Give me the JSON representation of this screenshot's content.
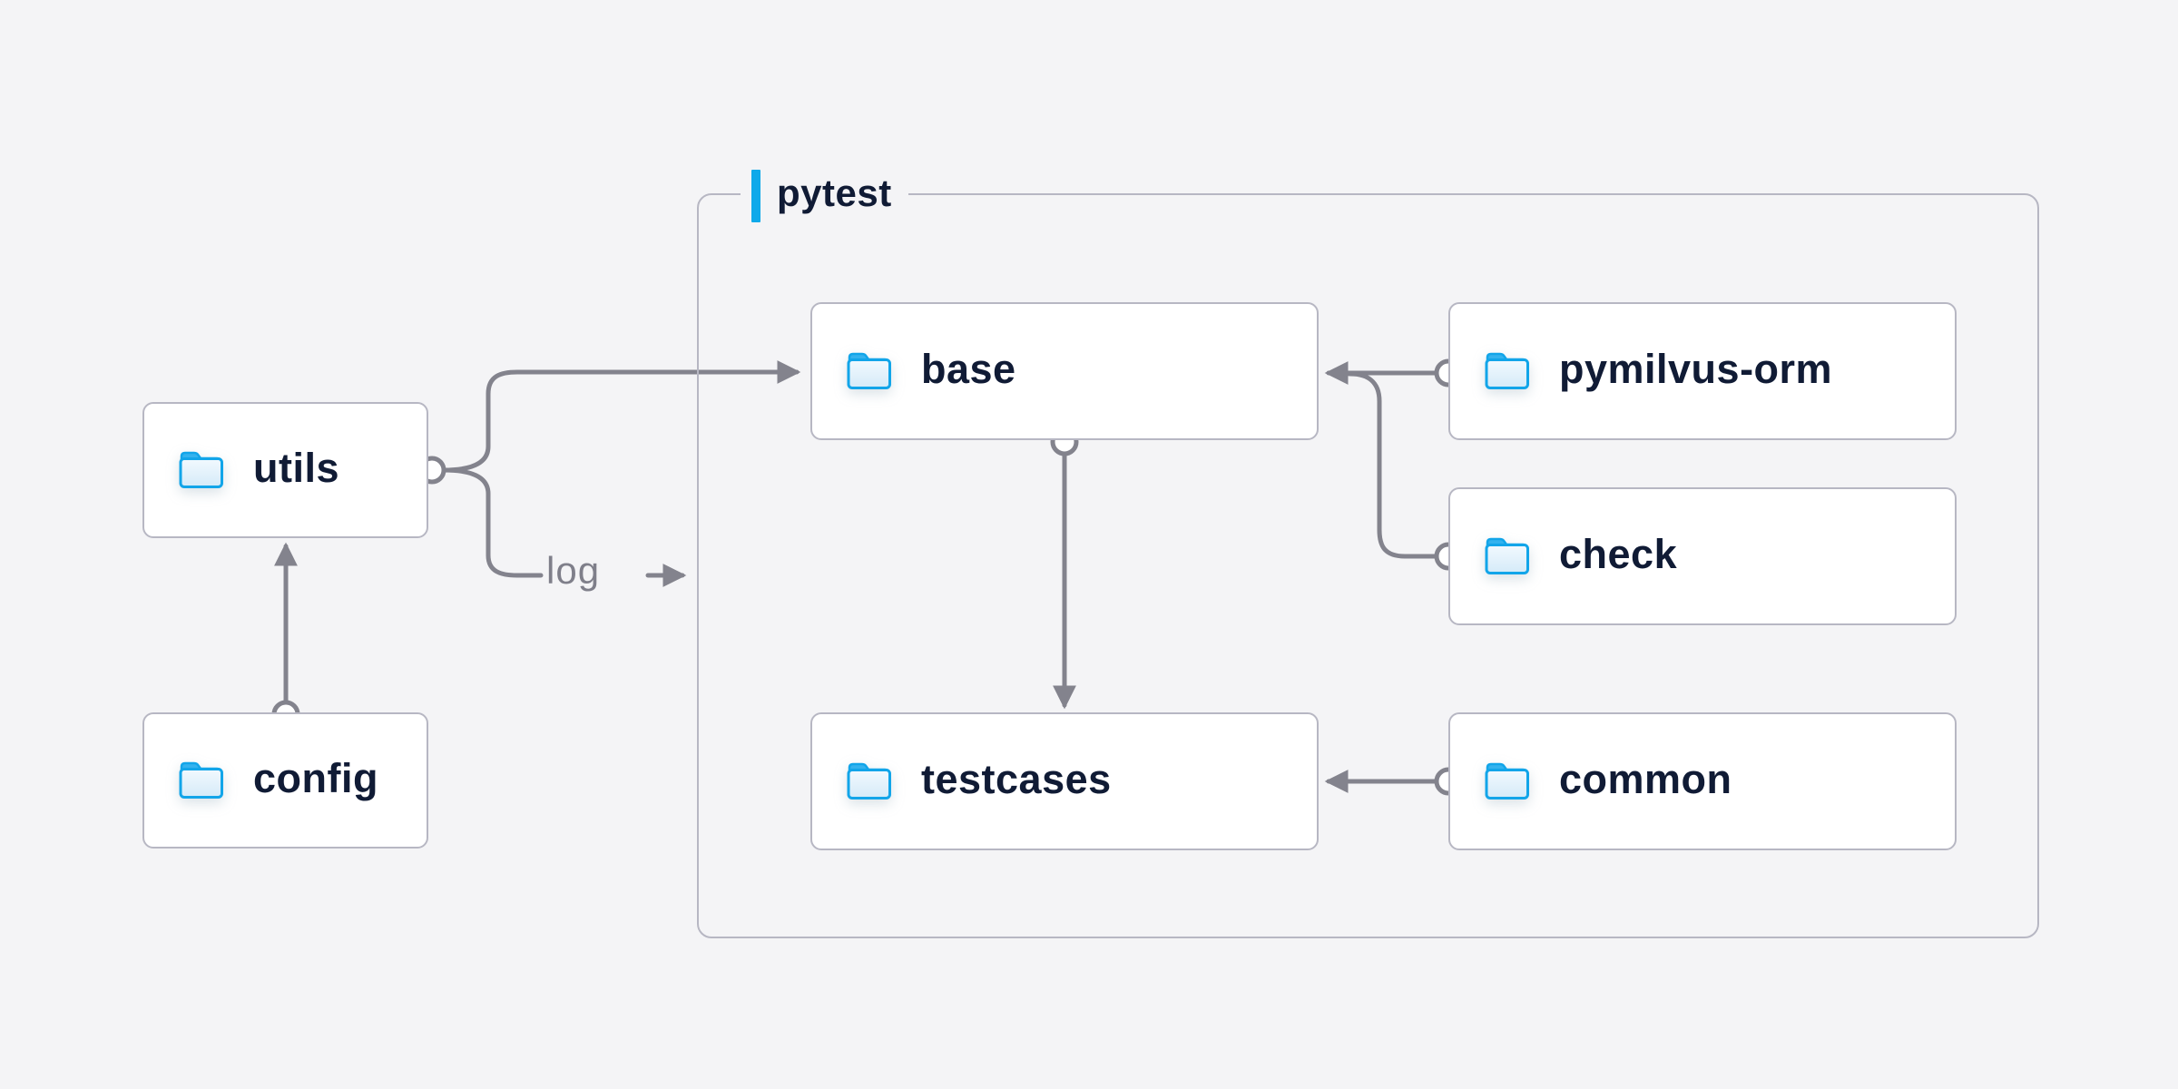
{
  "diagram": {
    "type": "folder-dependency-diagram",
    "group": {
      "label": "pytest"
    },
    "nodes": {
      "utils": {
        "label": "utils"
      },
      "config": {
        "label": "config"
      },
      "base": {
        "label": "base"
      },
      "pymilvus": {
        "label": "pymilvus-orm"
      },
      "check": {
        "label": "check"
      },
      "testcases": {
        "label": "testcases"
      },
      "common": {
        "label": "common"
      }
    },
    "edges": {
      "log_label": "log",
      "list": [
        {
          "from": "config",
          "to": "utils"
        },
        {
          "from": "utils",
          "to": "base"
        },
        {
          "from": "utils",
          "to": "pytest-group",
          "label": "log"
        },
        {
          "from": "pymilvus-orm",
          "to": "base"
        },
        {
          "from": "check",
          "to": "base"
        },
        {
          "from": "base",
          "to": "testcases"
        },
        {
          "from": "common",
          "to": "testcases"
        }
      ]
    },
    "icons": {
      "folder": "folder-icon",
      "group_accent": "accent-bar"
    },
    "palette": {
      "background": "#f4f4f6",
      "node_fill": "#ffffff",
      "node_border": "#b7b7c3",
      "connector": "#83838d",
      "text": "#101b35",
      "edge_label_text": "#7f7f8a",
      "accent_blue": "#0fa9ea",
      "folder_stroke": "#12a5e9",
      "folder_tab": "#34b2ee",
      "folder_fill_top": "#f2f9fe",
      "folder_fill_bottom": "#d4eaf8"
    }
  }
}
